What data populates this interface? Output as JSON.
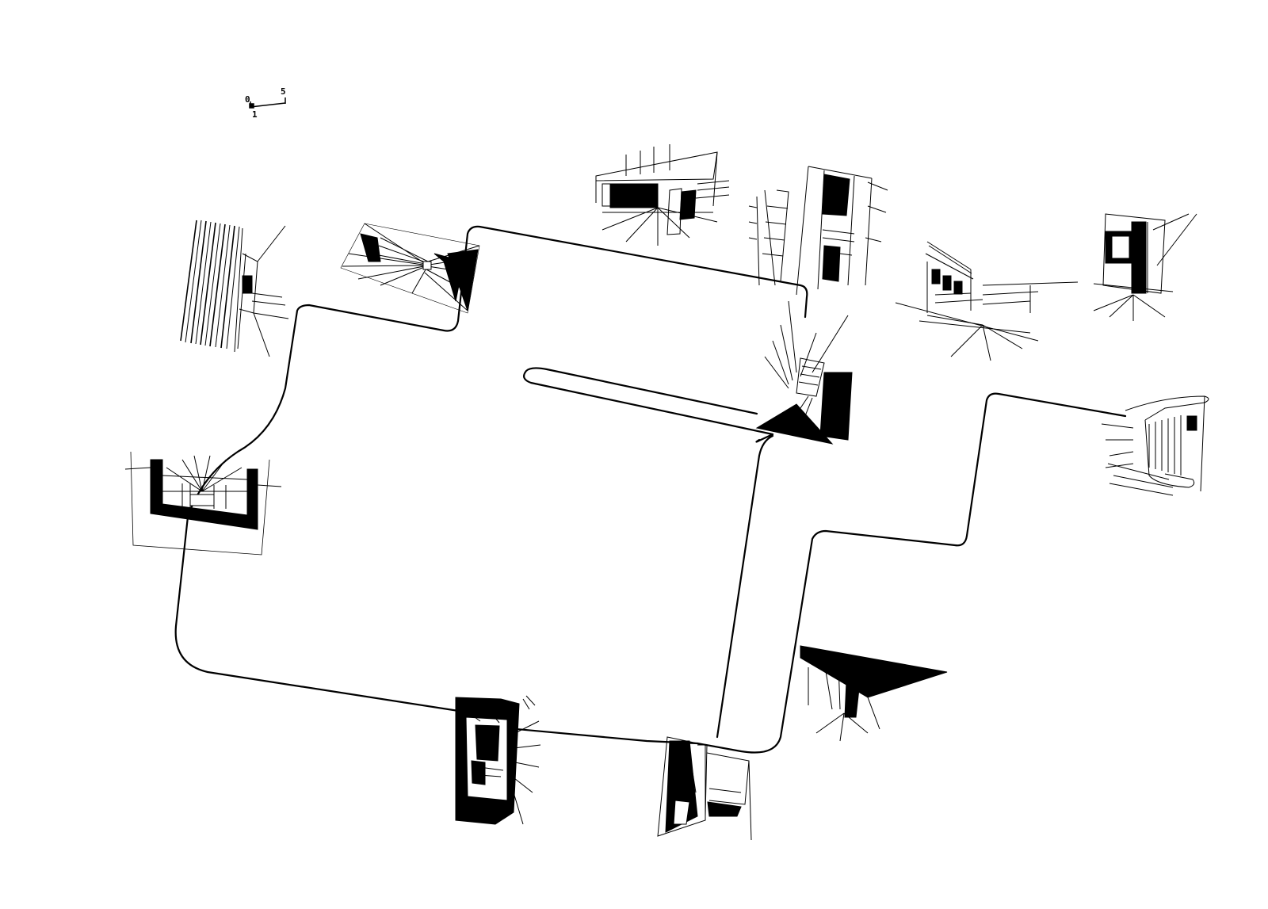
{
  "scale_bar": {
    "label_start": "0",
    "label_mid": "1",
    "label_end": "5"
  },
  "sketches": [
    {
      "name": "sketch-vertical-fins"
    },
    {
      "name": "sketch-corridor-perspective"
    },
    {
      "name": "sketch-overhang-canopy"
    },
    {
      "name": "sketch-tall-void"
    },
    {
      "name": "sketch-terraced-facade"
    },
    {
      "name": "sketch-dark-frame-box"
    },
    {
      "name": "sketch-stair-shaft"
    },
    {
      "name": "sketch-curved-ramp"
    },
    {
      "name": "sketch-entrance-section"
    },
    {
      "name": "sketch-dark-cantilever"
    },
    {
      "name": "sketch-dark-passage"
    },
    {
      "name": "sketch-narrow-slot"
    }
  ],
  "colors": {
    "ink": "#000000",
    "paper": "#ffffff"
  }
}
